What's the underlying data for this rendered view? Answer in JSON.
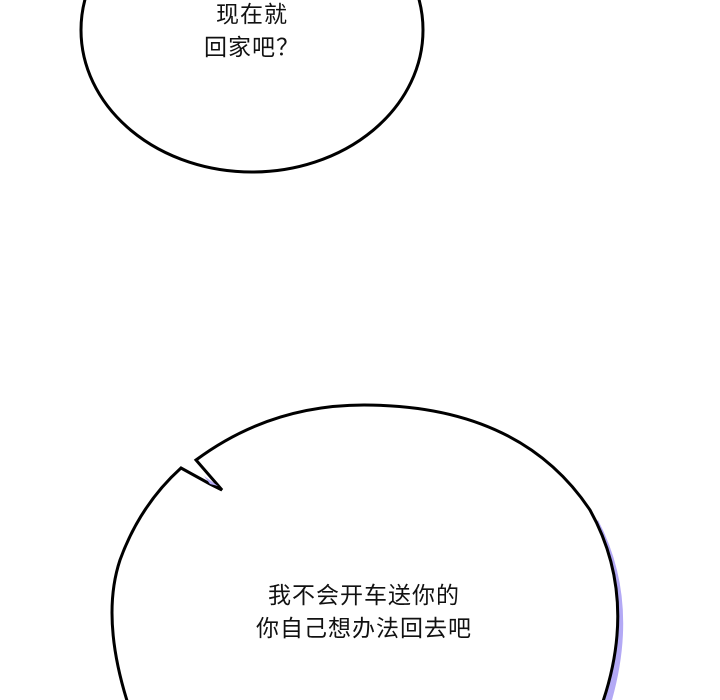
{
  "panel": {
    "background": "#ffffff",
    "outline_color": "#000000",
    "shadow_color": "#b3a9f5"
  },
  "bubbles": [
    {
      "id": "top-bubble",
      "lines": [
        "现在就",
        "回家吧？"
      ]
    },
    {
      "id": "bottom-bubble",
      "lines": [
        "我不会开车送你的",
        "你自己想办法回去吧"
      ]
    }
  ]
}
